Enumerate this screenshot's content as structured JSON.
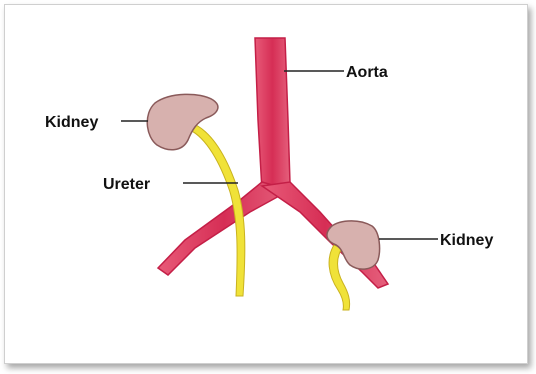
{
  "labels": {
    "aorta": "Aorta",
    "kidney_left": "Kidney",
    "ureter": "Ureter",
    "kidney_right": "Kidney"
  },
  "colors": {
    "aorta": "#d9345a",
    "aorta_light": "#ee7a92",
    "kidney": "#d7b1ae",
    "kidney_outline": "#8a5a5a",
    "ureter": "#f0e238",
    "ureter_outline": "#c9b21e",
    "leader_line": "#222222"
  }
}
